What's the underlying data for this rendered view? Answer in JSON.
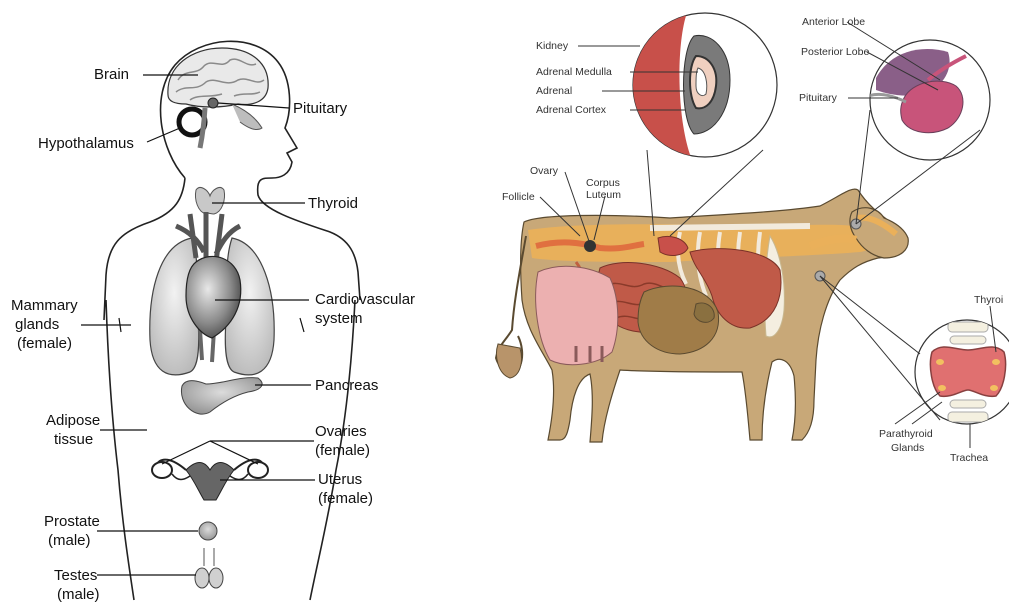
{
  "human": {
    "labels": {
      "brain": "Brain",
      "pituitary": "Pituitary",
      "hypothalamus": "Hypothalamus",
      "thyroid": "Thyroid",
      "mammary_1": "Mammary",
      "mammary_2": "glands",
      "mammary_3": "(female)",
      "cardio_1": "Cardiovascular",
      "cardio_2": "system",
      "pancreas": "Pancreas",
      "adipose_1": "Adipose",
      "adipose_2": "tissue",
      "ovaries_1": "Ovaries",
      "ovaries_2": "(female)",
      "uterus_1": "Uterus",
      "uterus_2": "(female)",
      "prostate_1": "Prostate",
      "prostate_2": "(male)",
      "testes_1": "Testes",
      "testes_2": "(male)"
    }
  },
  "cow": {
    "labels": {
      "kidney": "Kidney",
      "adrenal_medulla": "Adrenal Medulla",
      "adrenal": "Adrenal",
      "adrenal_cortex": "Adrenal Cortex",
      "anterior_lobe": "Anterior Lobe",
      "posterior_lobe": "Posterior Lobe",
      "pituitary": "Pituitary",
      "ovary": "Ovary",
      "follicle": "Follicle",
      "corpus_1": "Corpus",
      "corpus_2": "Luteum",
      "thyroid": "Thyroi",
      "parathyroid_1": "Parathyroid",
      "parathyroid_2": "Glands",
      "trachea": "Trachea"
    }
  },
  "colors": {
    "body_tan": "#c8a878",
    "kidney_red": "#c8504a",
    "udder_pink": "#ecb0b0",
    "organ_red": "#c05a48",
    "gut_brown": "#a07c48",
    "fat_orange": "#eab05a",
    "pituitary_purple": "#8a5f88",
    "pituitary_pink": "#c8547a"
  }
}
